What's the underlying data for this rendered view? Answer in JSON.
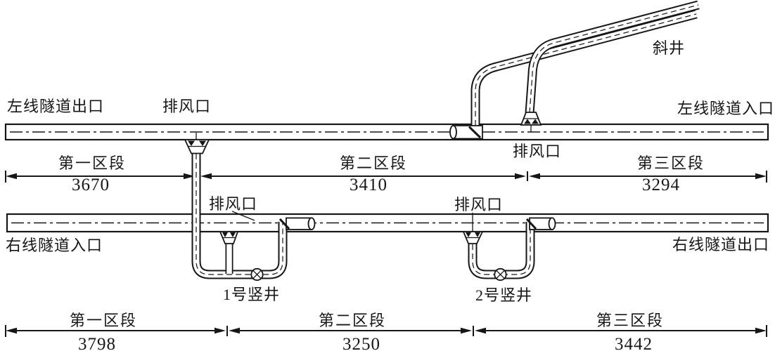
{
  "colors": {
    "ink": "#161616",
    "paper": "#ffffff"
  },
  "labels": {
    "left_tunnel_exit": "左线隧道出口",
    "left_tunnel_entrance": "左线隧道入口",
    "right_tunnel_entrance": "右线隧道入口",
    "right_tunnel_exit": "右线隧道出口",
    "inclined_shaft": "斜井",
    "vent_upper_shaft1": "排风口",
    "vent_upper_inclined": "排风口",
    "vent_lower_shaft1": "排风口",
    "vent_lower_shaft2": "排风口",
    "shaft1": "1号竖井",
    "shaft2": "2号竖井"
  },
  "dimensions": {
    "left_line": {
      "segments": [
        {
          "label": "第一区段",
          "length": "3670"
        },
        {
          "label": "第二区段",
          "length": "3410"
        },
        {
          "label": "第三区段",
          "length": "3294"
        }
      ]
    },
    "right_line": {
      "segments": [
        {
          "label": "第一区段",
          "length": "3798"
        },
        {
          "label": "第二区段",
          "length": "3250"
        },
        {
          "label": "第三区段",
          "length": "3442"
        }
      ]
    }
  }
}
